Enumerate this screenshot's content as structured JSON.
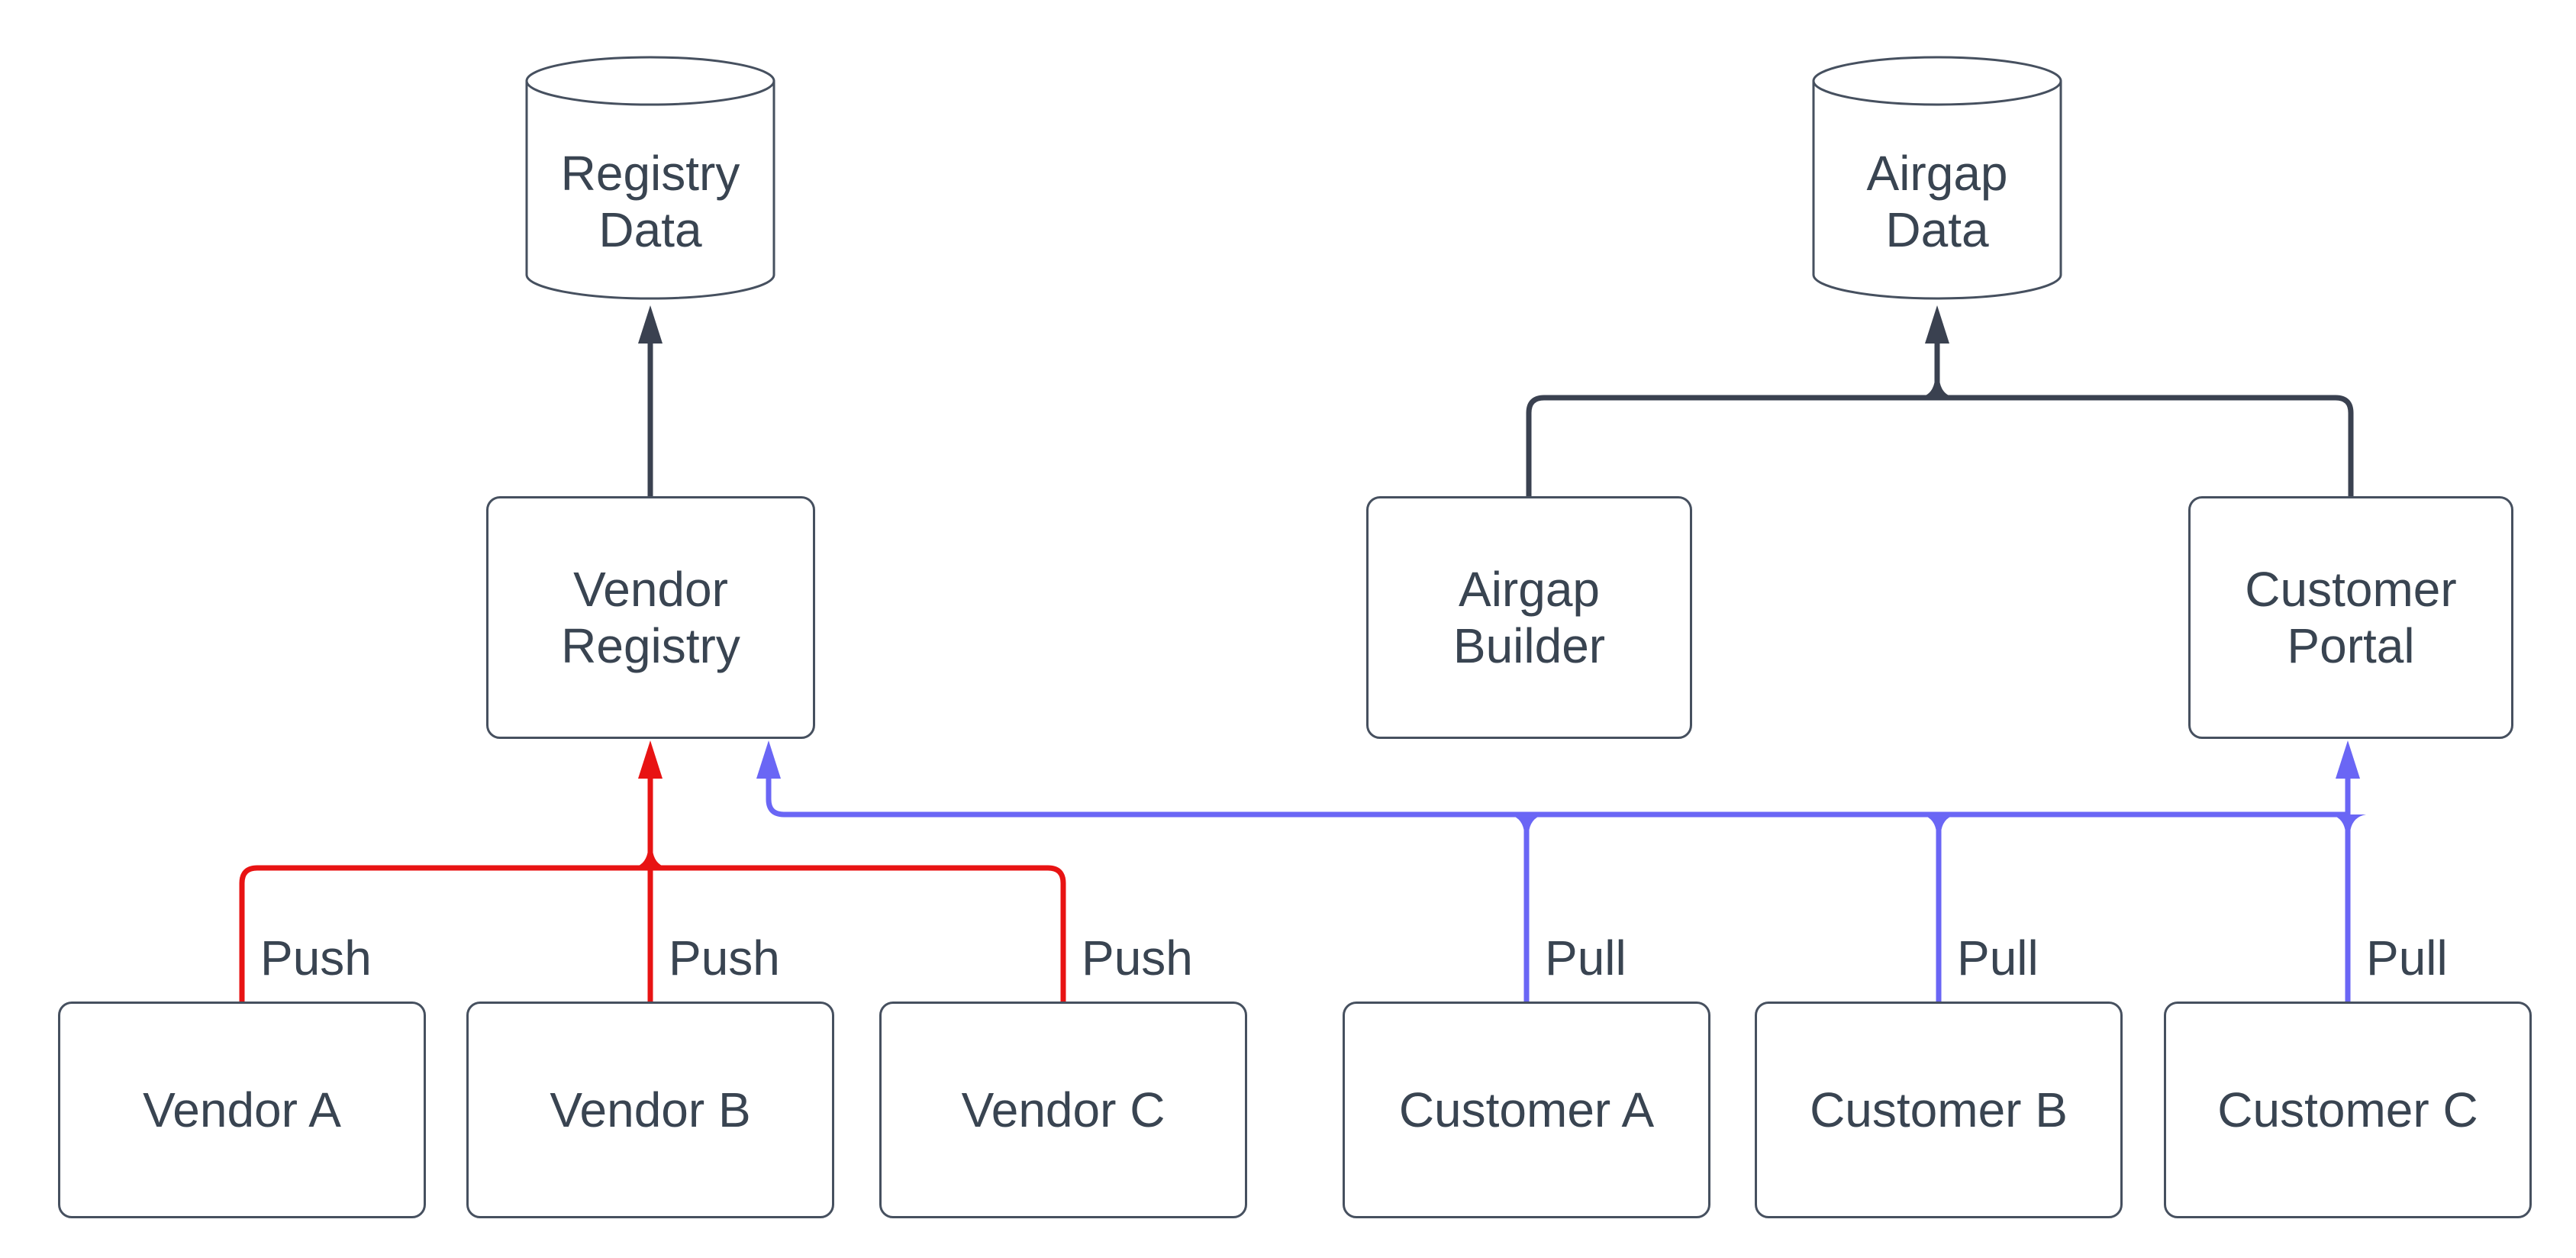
{
  "diagram": {
    "type": "flowchart",
    "background": "#ffffff",
    "colors": {
      "push": "#e81313",
      "pull": "#6a66f5",
      "flow": "#3a4150",
      "outline": "#46505f",
      "text": "#394451"
    },
    "nodes": [
      {
        "id": "registry-data",
        "label": "Registry\nData",
        "shape": "cylinder"
      },
      {
        "id": "airgap-data",
        "label": "Airgap\nData",
        "shape": "cylinder"
      },
      {
        "id": "vendor-registry",
        "label": "Vendor\nRegistry",
        "shape": "rect"
      },
      {
        "id": "airgap-builder",
        "label": "Airgap\nBuilder",
        "shape": "rect"
      },
      {
        "id": "customer-portal",
        "label": "Customer\nPortal",
        "shape": "rect"
      },
      {
        "id": "vendor-a",
        "label": "Vendor A",
        "shape": "rect"
      },
      {
        "id": "vendor-b",
        "label": "Vendor B",
        "shape": "rect"
      },
      {
        "id": "vendor-c",
        "label": "Vendor C",
        "shape": "rect"
      },
      {
        "id": "customer-a",
        "label": "Customer A",
        "shape": "rect"
      },
      {
        "id": "customer-b",
        "label": "Customer B",
        "shape": "rect"
      },
      {
        "id": "customer-c",
        "label": "Customer C",
        "shape": "rect"
      }
    ],
    "edges": [
      {
        "from": "Vendor A",
        "to": "Vendor Registry",
        "label": "Push",
        "color": "push"
      },
      {
        "from": "Vendor B",
        "to": "Vendor Registry",
        "label": "Push",
        "color": "push"
      },
      {
        "from": "Vendor C",
        "to": "Vendor Registry",
        "label": "Push",
        "color": "push"
      },
      {
        "from": "Customer A",
        "to": "Vendor Registry",
        "label": "Pull",
        "color": "pull"
      },
      {
        "from": "Customer B",
        "to": "Vendor Registry",
        "label": "Pull",
        "color": "pull"
      },
      {
        "from": "Customer C",
        "to": "Customer Portal",
        "label": "Pull",
        "color": "pull"
      },
      {
        "from": "Vendor Registry",
        "to": "Registry Data",
        "label": "",
        "color": "flow"
      },
      {
        "from": "Airgap Builder",
        "to": "Airgap Data",
        "label": "",
        "color": "flow"
      },
      {
        "from": "Customer Portal",
        "to": "Airgap Data",
        "label": "",
        "color": "flow"
      }
    ]
  }
}
